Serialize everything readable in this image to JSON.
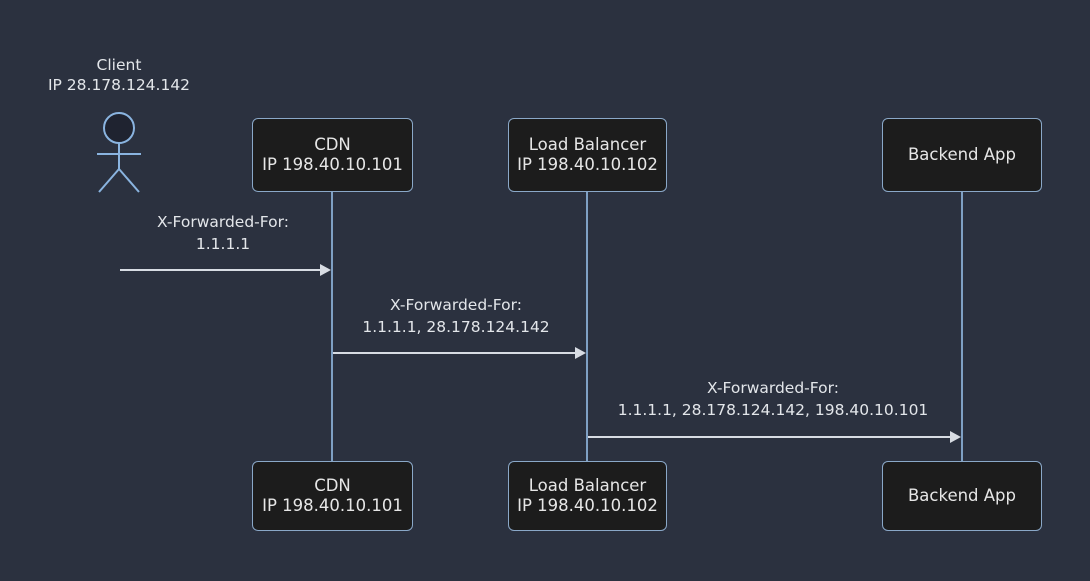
{
  "diagram": {
    "type": "sequence-diagram",
    "background_color": "#2b313f",
    "box_fill_color": "#1c1c1c",
    "box_border_color": "#8aa8c8",
    "lifeline_color": "#7fa0c4",
    "arrow_color": "#d8dce3",
    "text_color": "#e3e6ea"
  },
  "client": {
    "name": "Client",
    "ip": "IP 28.178.124.142",
    "icon": "stick-figure-actor"
  },
  "participants": [
    {
      "id": "cdn",
      "name": "CDN",
      "ip": "IP 198.40.10.101"
    },
    {
      "id": "lb",
      "name": "Load Balancer",
      "ip": "IP 198.40.10.102"
    },
    {
      "id": "backend",
      "name": "Backend App",
      "ip": ""
    }
  ],
  "messages": [
    {
      "from": "client",
      "to": "cdn",
      "header": "X-Forwarded-For:",
      "value": "1.1.1.1"
    },
    {
      "from": "cdn",
      "to": "lb",
      "header": "X-Forwarded-For:",
      "value": "1.1.1.1, 28.178.124.142"
    },
    {
      "from": "lb",
      "to": "backend",
      "header": "X-Forwarded-For:",
      "value": "1.1.1.1, 28.178.124.142, 198.40.10.101"
    }
  ]
}
